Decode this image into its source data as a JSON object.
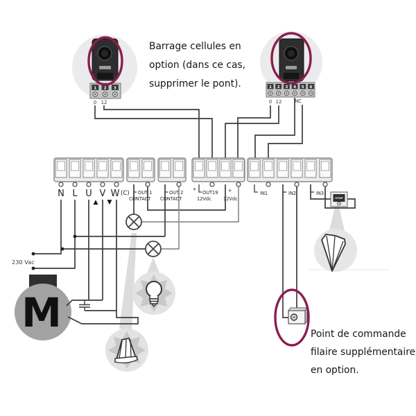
{
  "notes": {
    "barrage1": "Barrage cellules en",
    "barrage2": "option (dans ce cas,",
    "barrage3": "supprimer le pont).",
    "cmd1": "Point de commande",
    "cmd2": "filaire  supplémentaire",
    "cmd3": "en option."
  },
  "labels": {
    "mains": "230 Vac",
    "motor": "M"
  },
  "pc_left": {
    "n1": "1",
    "n2": "2",
    "n3": "3",
    "p0": "0",
    "p12": "12"
  },
  "pc_right": {
    "n1": "1",
    "n2": "2",
    "n3": "3",
    "n4": "4",
    "n5": "5",
    "n6": "6",
    "p0": "0",
    "p12": "12",
    "nc": "NC"
  },
  "strip": {
    "n": "N",
    "l": "L",
    "u": "U",
    "v": "V",
    "w": "W",
    "c": "(C)",
    "up": "▲",
    "down": "▼",
    "out1_l1": "OUT 1",
    "out1_l2": "CONTACT",
    "out2_l1": "OUT 2",
    "out2_l2": "CONTACT",
    "plus_a": "+",
    "out19": "OUT19",
    "vdc_a": "12Vdc",
    "plus_b": "+",
    "vdc_b": "12Vdc",
    "in1": "IN1",
    "in2": "IN2",
    "in3": "IN3",
    "stop": "STOP"
  },
  "colors": {
    "highlight": "#8b1d4f",
    "wire": "#3c3c3c",
    "wire_alt": "#8f8f8f",
    "bubble": "#e3e3e3"
  }
}
